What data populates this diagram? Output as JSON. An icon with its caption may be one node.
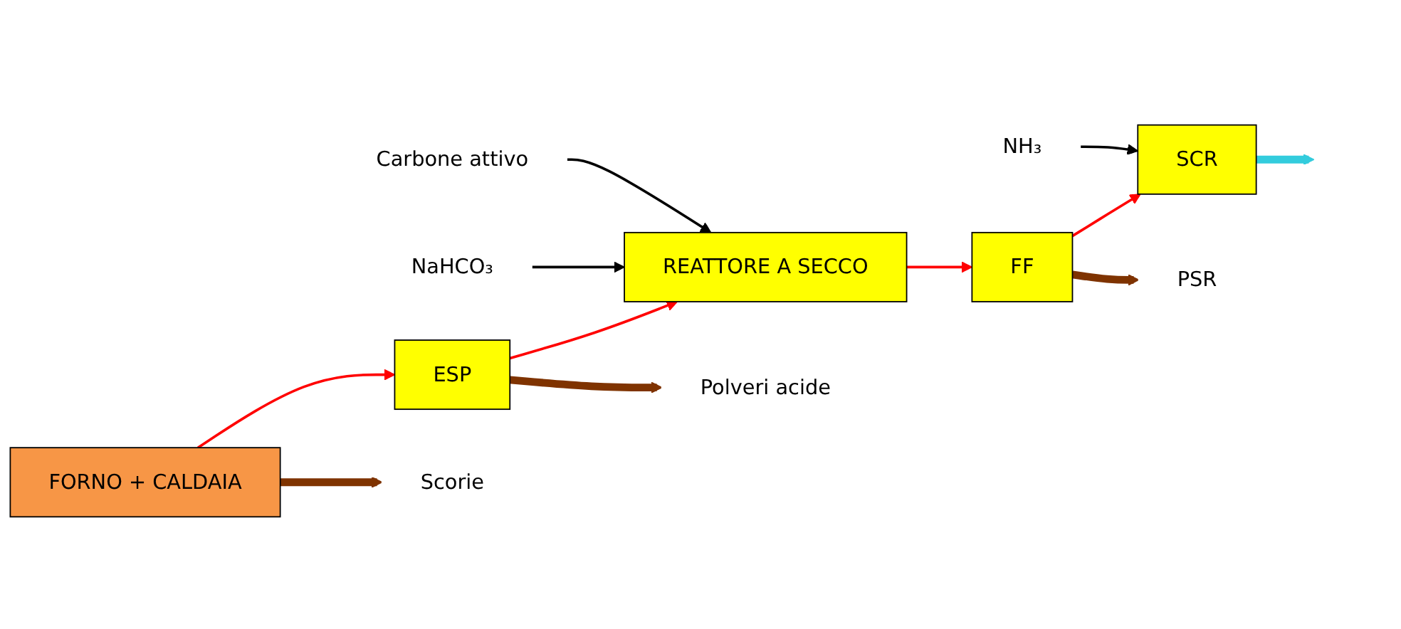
{
  "diagram": {
    "nodes": [
      {
        "text": [
          "FORNO + CALDAIA"
        ]
      },
      {
        "text": [
          "ESP"
        ]
      },
      {
        "text": [
          "REATTORE A SECCO"
        ]
      },
      {
        "text": [
          "FF"
        ]
      },
      {
        "text": [
          "SCR"
        ]
      },
      {
        "text": [
          "NaHCO₃"
        ]
      },
      {
        "text": [
          "Carbone attivo"
        ]
      },
      {
        "text": [
          "NH₃"
        ]
      },
      {
        "text": [
          "Scorie"
        ]
      },
      {
        "text": [
          "Polveri acide"
        ]
      },
      {
        "text": [
          "PSR"
        ]
      }
    ],
    "edges": [
      {
        "from": 0,
        "to": 1,
        "arrow": "to"
      },
      {
        "from": 1,
        "to": 2,
        "arrow": "to"
      },
      {
        "from": 2,
        "to": 3,
        "arrow": "to"
      },
      {
        "from": 3,
        "to": 4,
        "arrow": "to"
      },
      {
        "from": 5,
        "to": 2,
        "arrow": "to",
        "color": "#000000"
      },
      {
        "from": 6,
        "to": 2,
        "arrow": "to",
        "color": "#000000"
      },
      {
        "from": 7,
        "to": 4,
        "arrow": "to",
        "color": "#000000"
      },
      {
        "from": 0,
        "to": 8,
        "arrow": "to",
        "style": "thick",
        "color": "#7f3300"
      },
      {
        "from": 1,
        "to": 9,
        "arrow": "to",
        "style": "thick",
        "color": "#7f3300"
      },
      {
        "from": 3,
        "to": 10,
        "arrow": "to",
        "style": "thick",
        "color": "#7f3300"
      },
      {
        "from": 4,
        "to": null,
        "arrow": "to",
        "style": "thick",
        "color": "#33ccdd"
      }
    ]
  }
}
